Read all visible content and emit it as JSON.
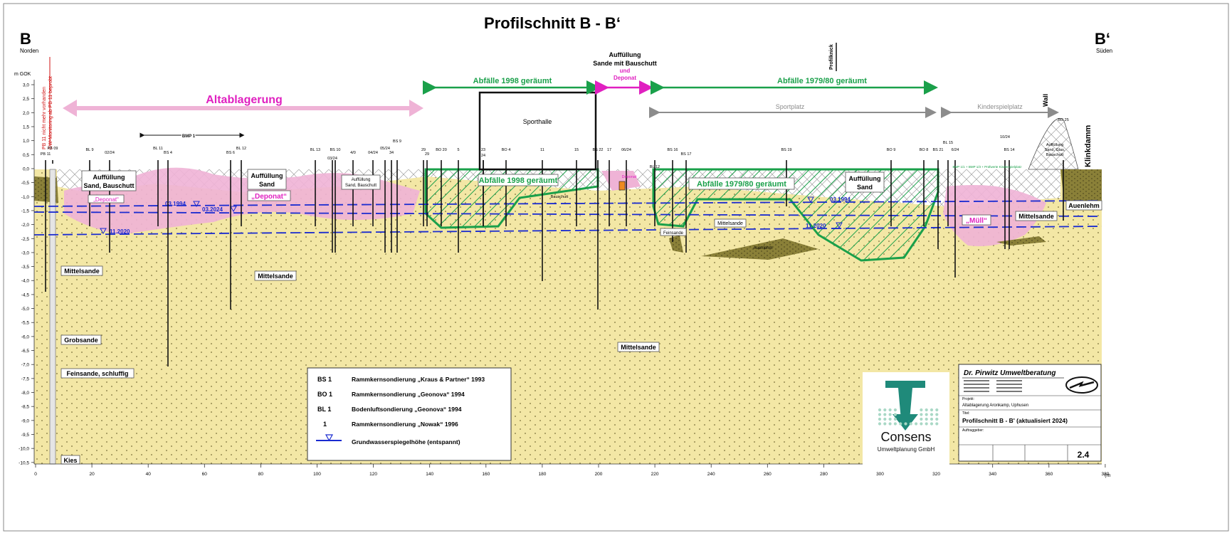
{
  "title": "Profilschnitt B - B‘",
  "left_end": {
    "code": "B",
    "direction": "Norden"
  },
  "right_end": {
    "code": "B‘",
    "direction": "Süden"
  },
  "y_axis": {
    "unit": "m GOK",
    "ticks": [
      "3,0",
      "2,5",
      "2,0",
      "1,5",
      "1,0",
      "0,5",
      "0,0",
      "-0,5",
      "-1,0",
      "-1,5",
      "-2,0",
      "-2,5",
      "-3,0",
      "-3,5",
      "-4,0",
      "-4,5",
      "-5,0",
      "-5,5",
      "-6,0",
      "-6,5",
      "-7,0",
      "-7,5",
      "-8,0",
      "-8,5",
      "-9,0",
      "-9,5",
      "-10,0",
      "-10,5"
    ]
  },
  "x_axis": {
    "unit": "(m",
    "ticks": [
      "0",
      "20",
      "40",
      "60",
      "80",
      "100",
      "120",
      "140",
      "160",
      "180",
      "200",
      "220",
      "240",
      "260",
      "280",
      "300",
      "320",
      "340",
      "360",
      "380"
    ]
  },
  "zones": {
    "altablagerung": "Altablagerung",
    "abfaelle_1998": "Abfälle 1998 geräumt",
    "abfaelle_1979": "Abfälle 1979/80 geräumt",
    "auffuellung_mid": [
      "Auffüllung",
      "Sande mit Bauschutt",
      "und",
      "Deponat"
    ],
    "sportplatz": "Sportplatz",
    "kinderspielplatz": "Kinderspielplatz",
    "sporthalle": "Sporthalle",
    "profilknick": "Profilknick",
    "wall": "Wall",
    "klinkdamm": "Klinkdamm",
    "bmp1": "BMP 1"
  },
  "vertical_notes": [
    "PB 11 nicht mehr vorhanden",
    "GW-Monitoring ab PB 11 beprobt"
  ],
  "soil_labels": {
    "auffuellung_sand_bauschutt": [
      "Auffüllung",
      "Sand, Bauschutt"
    ],
    "auffuellung_sand_1": [
      "Auffüllung",
      "Sand"
    ],
    "auffuellung_small": [
      "Auffüllung",
      "Sand, Bauschutt"
    ],
    "auffuellung_sand_2": [
      "Auffüllung",
      "Sand"
    ],
    "auffuellung_wall": [
      "Auffüllung",
      "Sand, Glas,",
      "Bauschutt"
    ],
    "deponat_1": "„Deponat“",
    "deponat_2": "„Deponat“",
    "muell": "„Müll“",
    "mittelsande": "Mittelsande",
    "grobsande": "Grobsande",
    "feinsande": "Feinsande, schluffig",
    "kies": "Kies",
    "auenlehm": "Auenlehm",
    "auenlehm_small": "Auenlehm",
    "feinsande_small": "Feinsande",
    "abfaelle_1998_in": "Abfälle 1998 geräumt",
    "abfaelle_1979_in": "Abfälle 1979/80 geräumt",
    "bauschutt_small": "Bauschutt",
    "deponat_small": "Deponat",
    "kinderspiel_small": "BMP 1/1 + BMP 1/3 + Prüfwerte Kinderspielplatz"
  },
  "water_levels": [
    "03.1994",
    "03.2024",
    "11.2020",
    "03.1994",
    "11.2020"
  ],
  "boreholes": [
    "PB 11",
    "PB 09",
    "BL 9",
    "02/24",
    "BL 11",
    "BS 4",
    "BS 6",
    "BL 12",
    "BL 13",
    "03/24",
    "BS 10",
    "4/0",
    "04/24",
    "05/24",
    "34",
    "BS 9",
    "29",
    "29",
    "BO 20",
    "5",
    "23",
    "24",
    "BO 4",
    "11",
    "15",
    "BS 22",
    "17",
    "06/24",
    "BL 12",
    "BS 16",
    "BS 17",
    "BS 19",
    "BO 9",
    "BO 8",
    "BS 21",
    "BL 15",
    "6/24",
    "10/24",
    "BS 14",
    "BO 25"
  ],
  "legend": [
    {
      "code": "BS 1",
      "text": "Rammkernsondierung „Kraus & Partner“ 1993"
    },
    {
      "code": "BO 1",
      "text": "Rammkernsondierung „Geonova“ 1994"
    },
    {
      "code": "BL 1",
      "text": "Bodenluftsondierung „Geonova“ 1994"
    },
    {
      "code": "1",
      "text": "Rammkernsondierung „Nowak“ 1996"
    },
    {
      "code": "",
      "text": "Grundwasserspiegelhöhe (entspannt)"
    }
  ],
  "logo": {
    "name": "Consens",
    "sub": "Umweltplanung GmbH"
  },
  "titleblock": {
    "company": "Dr. Pirwitz Umweltberatung",
    "project_label": "Projekt:",
    "project": "Altablagerung Aronkamp, Uphusen",
    "title_label": "Titel:",
    "title": "Profilschnitt B - B' (aktualisiert 2024)",
    "client_label": "Auftraggeber:",
    "sheet": "2.4"
  },
  "colors": {
    "sand": "#f3e7a5",
    "pink": "#efb3d6",
    "green": "#1aa04a",
    "magenta": "#e020c0",
    "water": "#1a2bd0",
    "auenlehm": "#8a8038",
    "teal": "#1f8a7a"
  }
}
